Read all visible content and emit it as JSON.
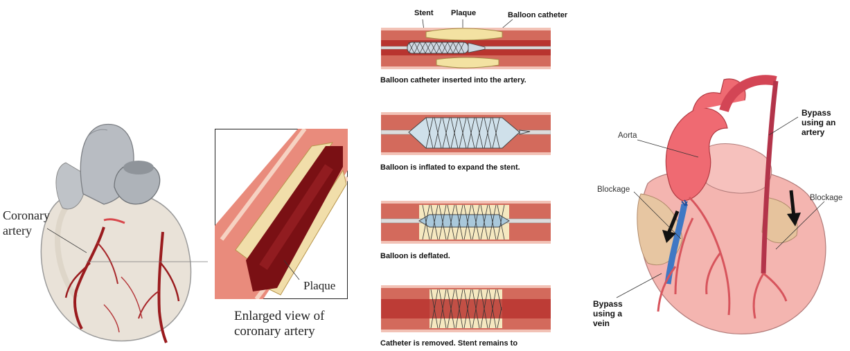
{
  "left_panel": {
    "coronary_label_line1": "Coronary",
    "coronary_label_line2": "artery",
    "plaque_label": "Plaque",
    "enlarged_caption_line1": "Enlarged view of",
    "enlarged_caption_line2": "coronary artery"
  },
  "stent_steps": {
    "labels": {
      "stent": "Stent",
      "plaque": "Plaque",
      "balloon_catheter": "Balloon catheter"
    },
    "captions": [
      "Balloon catheter inserted into the artery.",
      "Balloon is inflated to expand the stent.",
      "Balloon is deflated.",
      "Catheter is removed. Stent remains to"
    ]
  },
  "bypass_panel": {
    "aorta": "Aorta",
    "bypass_artery_line1": "Bypass",
    "bypass_artery_line2": "using an",
    "bypass_artery_line3": "artery",
    "blockage_left": "Blockage",
    "blockage_right": "Blockage",
    "bypass_vein_line1": "Bypass",
    "bypass_vein_line2": "using a",
    "bypass_vein_line3": "vein"
  },
  "colors": {
    "artery_red": "#c9484a",
    "vessel_dark": "#7a0f12",
    "plaque_yellow": "#f3e3a3",
    "heart_pink": "#f6b8b4",
    "aorta_red": "#ef6a72",
    "vein_blue": "#4a7fc4"
  }
}
